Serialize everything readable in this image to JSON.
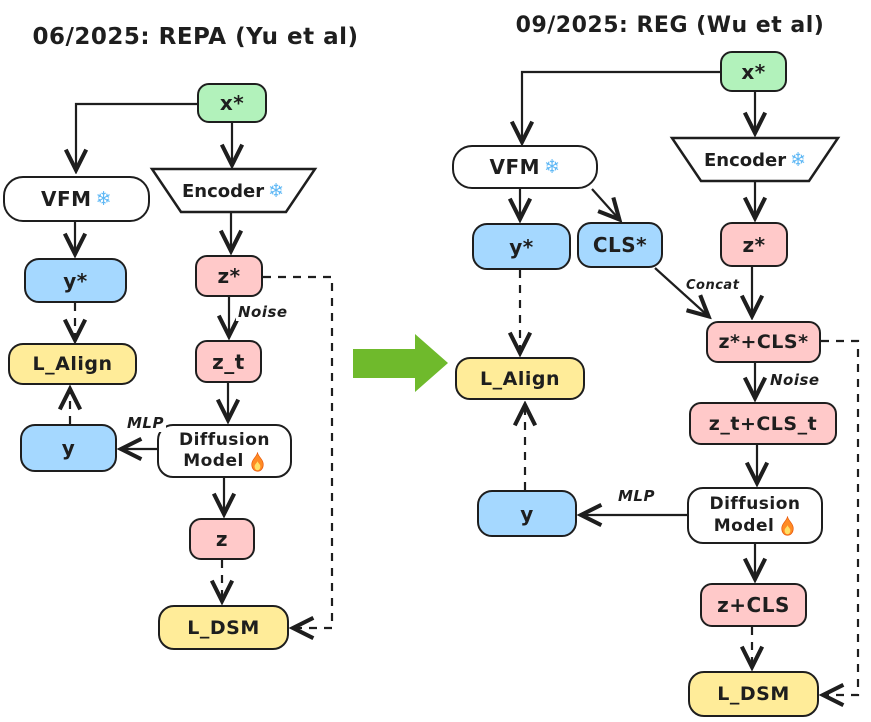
{
  "colors": {
    "node_green": "#b2f2bb",
    "node_blue": "#a5d8ff",
    "node_pink": "#ffc9c9",
    "node_yellow": "#ffec99",
    "node_white": "#ffffff",
    "stroke": "#1e1e1e",
    "big_arrow_green": "#6fba2c",
    "snowflake_blue": "#5fb8f5",
    "flame_orange": "#ff8b24"
  },
  "icons": {
    "snowflake": "❄",
    "fire": "flame"
  },
  "left": {
    "title": "06/2025: REPA (Yu et al)",
    "nodes": {
      "x_star": "x*",
      "vfm": "VFM",
      "encoder": "Encoder",
      "y_star": "y*",
      "z_star": "z*",
      "l_align": "L_Align",
      "z_t": "z_t",
      "diffusion_line1": "Diffusion",
      "diffusion_line2": "Model",
      "y": "y",
      "z": "z",
      "l_dsm": "L_DSM"
    },
    "edge_labels": {
      "noise": "Noise",
      "mlp": "MLP"
    }
  },
  "right": {
    "title": "09/2025: REG (Wu et al)",
    "nodes": {
      "x_star": "x*",
      "vfm": "VFM",
      "encoder": "Encoder",
      "y_star": "y*",
      "cls_star": "CLS*",
      "z_star": "z*",
      "z_star_cls_star": "z*+CLS*",
      "l_align": "L_Align",
      "z_t_cls_t": "z_t+CLS_t",
      "diffusion_line1": "Diffusion",
      "diffusion_line2": "Model",
      "y": "y",
      "z_cls": "z+CLS",
      "l_dsm": "L_DSM"
    },
    "edge_labels": {
      "concat": "Concat",
      "noise": "Noise",
      "mlp": "MLP"
    }
  }
}
